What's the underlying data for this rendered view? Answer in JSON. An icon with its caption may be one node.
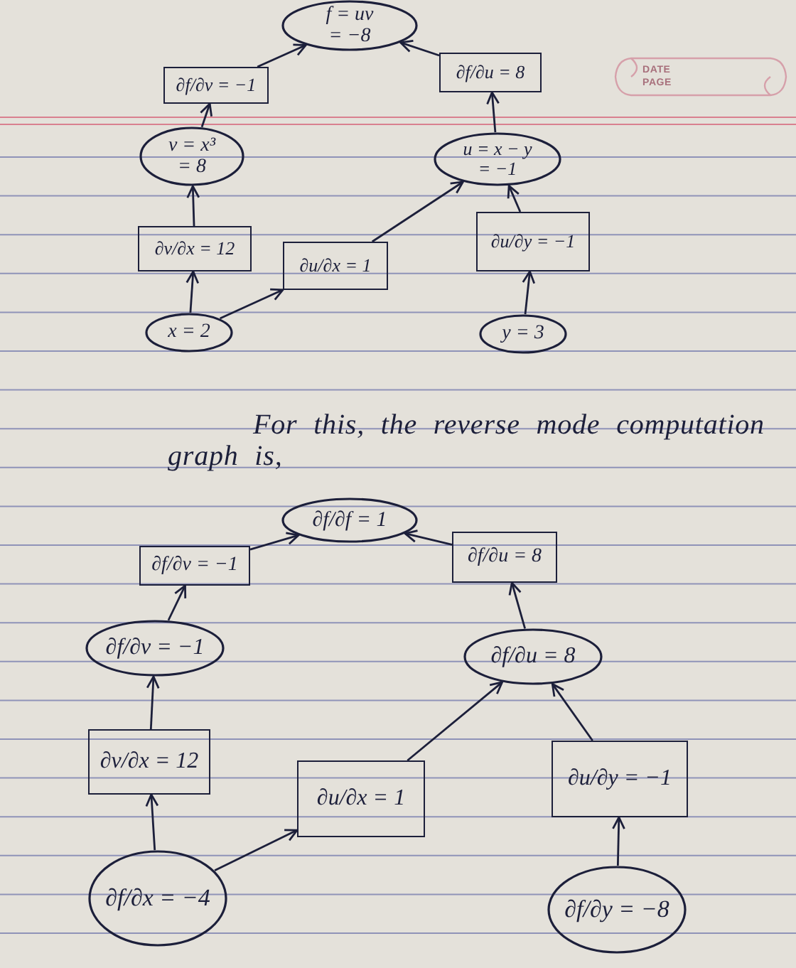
{
  "diagram": {
    "nodes": [
      {
        "text": [
          "f = uv = −8"
        ]
      },
      {
        "text": [
          "∂f/∂v = −1"
        ]
      },
      {
        "text": [
          "∂f/∂u = 8"
        ]
      },
      {
        "text": [
          "v = x³ = 8"
        ]
      },
      {
        "text": [
          "u = x − y = −1"
        ]
      },
      {
        "text": [
          "∂v/∂x = 12"
        ]
      },
      {
        "text": [
          "∂u/∂x = 1"
        ]
      },
      {
        "text": [
          "∂u/∂y = −1"
        ]
      },
      {
        "text": [
          "x = 2"
        ]
      },
      {
        "text": [
          "y = 3"
        ]
      },
      {
        "text": [
          "∂f/∂f = 1"
        ]
      },
      {
        "text": [
          "∂f/∂v = −1"
        ]
      },
      {
        "text": [
          "∂f/∂u = 8"
        ]
      },
      {
        "text": [
          "∂f/∂v = −1"
        ]
      },
      {
        "text": [
          "∂f/∂u = 8"
        ]
      },
      {
        "text": [
          "∂v/∂x = 12"
        ]
      },
      {
        "text": [
          "∂u/∂x = 1"
        ]
      },
      {
        "text": [
          "∂u/∂y = −1"
        ]
      },
      {
        "text": [
          "∂f/∂x = −4"
        ]
      },
      {
        "text": [
          "∂f/∂y = −8"
        ]
      }
    ],
    "edges": [
      {
        "from": 8,
        "to": 5,
        "arrow": "to"
      },
      {
        "from": 5,
        "to": 3,
        "arrow": "to"
      },
      {
        "from": 3,
        "to": 1,
        "arrow": "to"
      },
      {
        "from": 1,
        "to": 0,
        "arrow": "to"
      },
      {
        "from": 8,
        "to": 6,
        "arrow": "to"
      },
      {
        "from": 6,
        "to": 4,
        "arrow": "to"
      },
      {
        "from": 9,
        "to": 7,
        "arrow": "to"
      },
      {
        "from": 7,
        "to": 4,
        "arrow": "to"
      },
      {
        "from": 4,
        "to": 2,
        "arrow": "to"
      },
      {
        "from": 2,
        "to": 0,
        "arrow": "to"
      },
      {
        "from": 11,
        "to": 10,
        "arrow": "to"
      },
      {
        "from": 12,
        "to": 10,
        "arrow": "to"
      },
      {
        "from": 13,
        "to": 11,
        "arrow": "to"
      },
      {
        "from": 14,
        "to": 12,
        "arrow": "to"
      },
      {
        "from": 15,
        "to": 13,
        "arrow": "to"
      },
      {
        "from": 16,
        "to": 14,
        "arrow": "to"
      },
      {
        "from": 17,
        "to": 14,
        "arrow": "to"
      },
      {
        "from": 18,
        "to": 15,
        "arrow": "to"
      },
      {
        "from": 18,
        "to": 16,
        "arrow": "to"
      },
      {
        "from": 19,
        "to": 17,
        "arrow": "to"
      }
    ],
    "labels": [
      "DATE",
      "PAGE",
      "For this, the reverse mode computation graph is,"
    ]
  }
}
